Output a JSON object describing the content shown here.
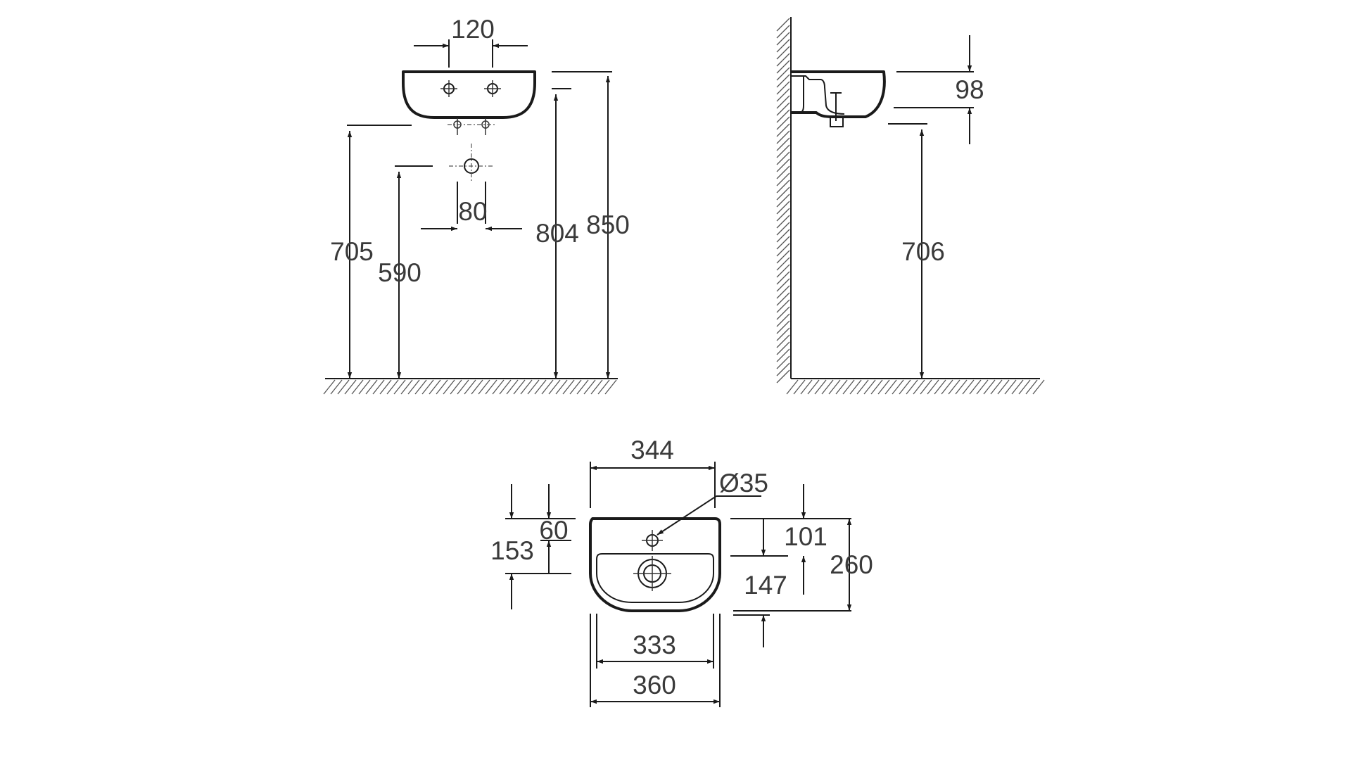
{
  "diagram": {
    "front_view": {
      "tap_hole_spacing": "120",
      "waste_outlet_spacing": "80",
      "underside_height": "705",
      "waste_height": "590",
      "rim_inner_height": "804",
      "overall_height": "850"
    },
    "side_view": {
      "bowl_depth": "98",
      "underside_height": "706"
    },
    "plan_view": {
      "inner_width": "344",
      "tap_hole_diameter": "Ø35",
      "tap_hole_offset": "60",
      "drain_offset": "153",
      "right_offset_101": "101",
      "right_offset_147": "147",
      "overall_depth": "260",
      "bowl_width": "333",
      "overall_width": "360"
    }
  },
  "colors": {
    "line": "#1a1a1a",
    "text": "#3a3a3a",
    "background": "#ffffff"
  }
}
